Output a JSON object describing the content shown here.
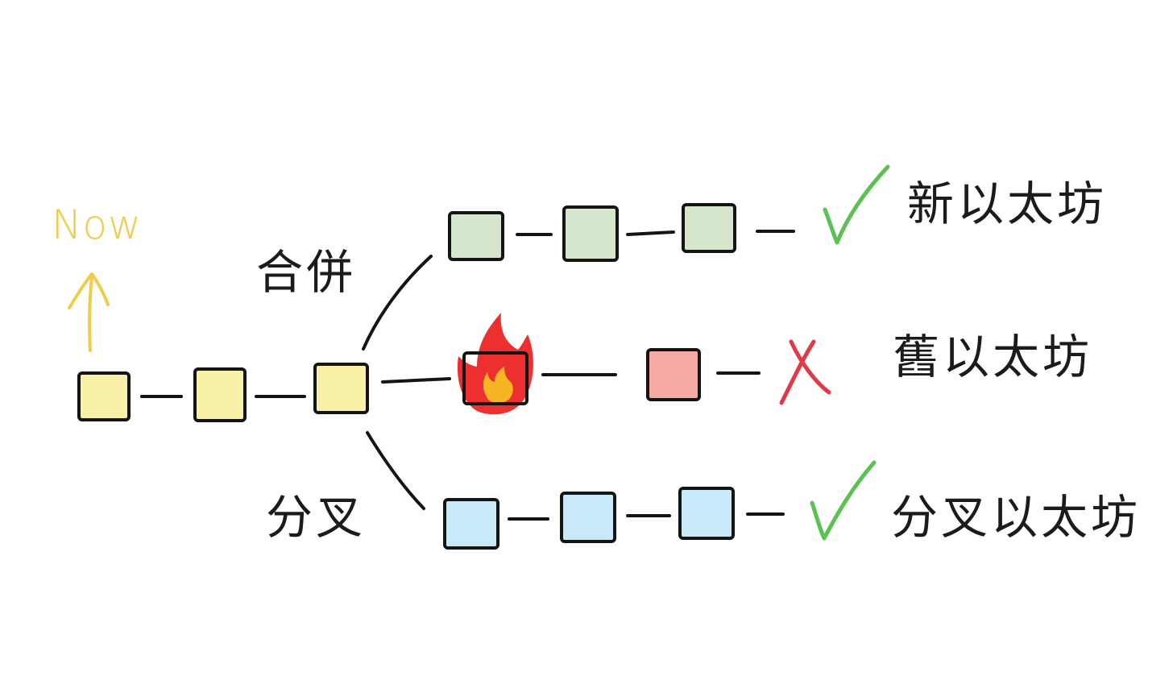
{
  "diagram": {
    "now_label": "Now",
    "merge_label": "合併",
    "fork_label": "分叉",
    "outcomes": {
      "new": "新以太坊",
      "old": "舊以太坊",
      "fork": "分叉以太坊"
    },
    "colors": {
      "past_block": "#f8f0a6",
      "merge_block": "#d5e6cc",
      "old_block": "#f6a9a3",
      "fork_block": "#c9e8f8",
      "now_accent": "#f1cc4a",
      "check": "#5cc153",
      "cross": "#df3a45",
      "fire_outer": "#ee2f2f",
      "fire_inner": "#f7b524",
      "ink": "#141414"
    },
    "icons": {
      "up_arrow": "arrow-up-icon",
      "checkmark": "check-icon",
      "cross": "cross-icon",
      "fire": "fire-icon"
    }
  }
}
